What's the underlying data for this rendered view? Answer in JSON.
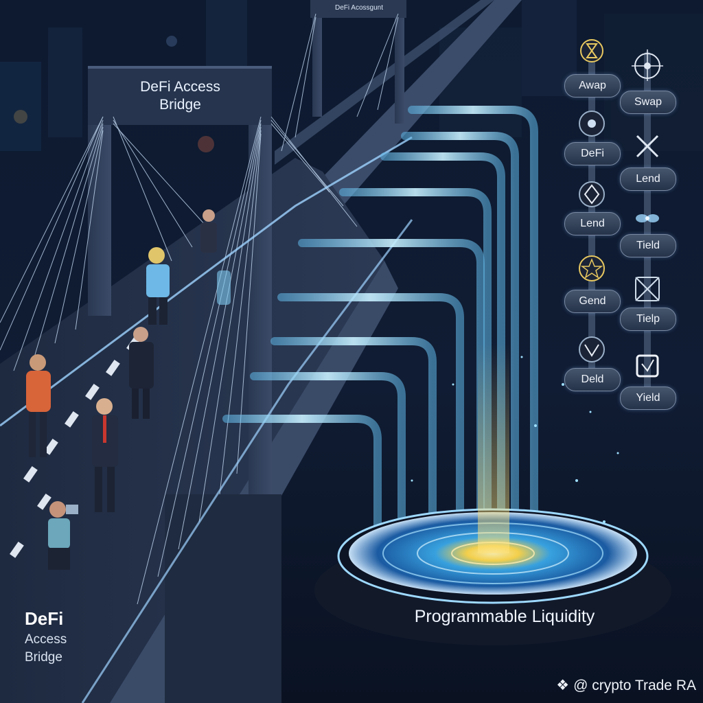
{
  "bridge_sign": {
    "line1": "DeFi Access",
    "line2": "Bridge"
  },
  "far_sign": "DeFi Acossgunt",
  "corner_label": {
    "line1": "DeFi",
    "line2": "Access",
    "line3": "Bridge"
  },
  "liquidity_label": "Programmable Liquidity",
  "watermark": "@ crypto Trade RA",
  "menu": {
    "left": [
      {
        "label": "Awap",
        "icon": "hourglass-icon"
      },
      {
        "label": "DeFi",
        "icon": "eye-icon"
      },
      {
        "label": "Lend",
        "icon": "ethereum-icon"
      },
      {
        "label": "Gend",
        "icon": "star-icon"
      },
      {
        "label": "Deld",
        "icon": "chevron-shield-icon"
      }
    ],
    "right": [
      {
        "label": "Swap",
        "icon": "network-icon"
      },
      {
        "label": "Lend",
        "icon": "cross-icon"
      },
      {
        "label": "Tield",
        "icon": "propeller-icon"
      },
      {
        "label": "Tielp",
        "icon": "lattice-icon"
      },
      {
        "label": "Yield",
        "icon": "square-icon"
      }
    ]
  },
  "colors": {
    "pipe": "#7fd8ff",
    "pool_core": "#ffe58a",
    "night": "#0b1426",
    "cable": "#cfe6ff"
  }
}
